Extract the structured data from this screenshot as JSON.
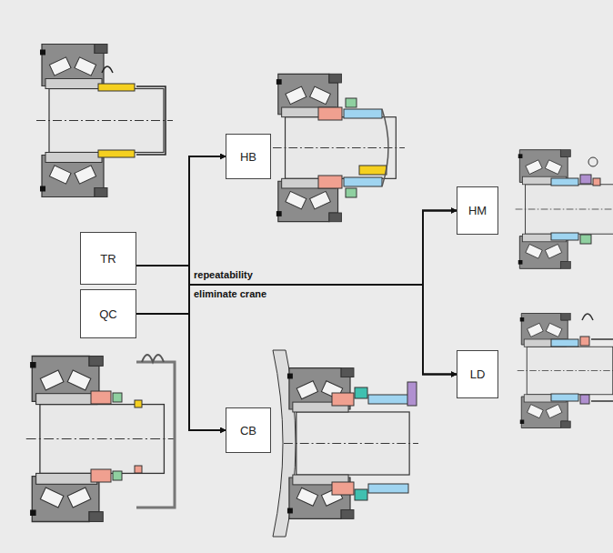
{
  "diagram": {
    "nodes": [
      {
        "text": [
          "TR"
        ]
      },
      {
        "text": [
          "QC"
        ]
      },
      {
        "text": [
          "HB"
        ]
      },
      {
        "text": [
          "CB"
        ]
      },
      {
        "text": [
          "HM"
        ]
      },
      {
        "text": [
          "LD"
        ]
      }
    ],
    "edges": [
      {
        "from": 0,
        "to": 2,
        "arrow": "to"
      },
      {
        "from": 0,
        "to": 3,
        "arrow": "to"
      },
      {
        "from": 1,
        "to": 2,
        "arrow": "to"
      },
      {
        "from": 1,
        "to": 3,
        "arrow": "to"
      },
      {
        "from": 0,
        "to": 4,
        "arrow": "to"
      },
      {
        "from": 0,
        "to": 5,
        "arrow": "to"
      },
      {
        "from": 1,
        "to": 4,
        "arrow": "to"
      },
      {
        "from": 1,
        "to": 5,
        "arrow": "to"
      }
    ],
    "labels": [
      "repeatability",
      "eliminate crane"
    ]
  }
}
